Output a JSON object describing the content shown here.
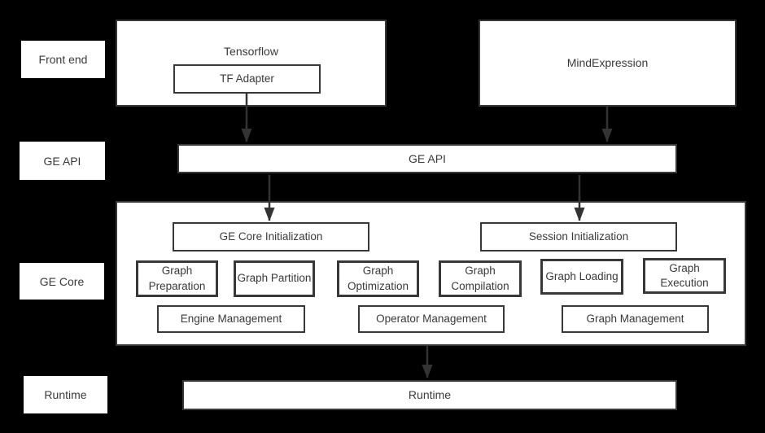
{
  "colors": {
    "background": "#000000",
    "node_fill": "#ffffff",
    "node_border": "#383838",
    "text": "#3a3a3a",
    "arrow": "#333333"
  },
  "rows": {
    "front_end": "Front end",
    "ge_api": "GE API",
    "ge_core": "GE Core",
    "runtime": "Runtime"
  },
  "nodes": {
    "tensorflow": "Tensorflow",
    "tf_adapter": "TF Adapter",
    "mind_expression": "MindExpression",
    "ge_api": "GE API",
    "ge_core_initialization": "GE Core Initialization",
    "session_initialization": "Session Initialization",
    "graph_preparation": "Graph Preparation",
    "graph_partition": "Graph Partition",
    "graph_optimization": "Graph Optimization",
    "graph_compilation": "Graph Compilation",
    "graph_loading": "Graph Loading",
    "graph_execution": "Graph Execution",
    "engine_management": "Engine Management",
    "operator_management": "Operator Management",
    "graph_management": "Graph Management",
    "runtime": "Runtime"
  }
}
